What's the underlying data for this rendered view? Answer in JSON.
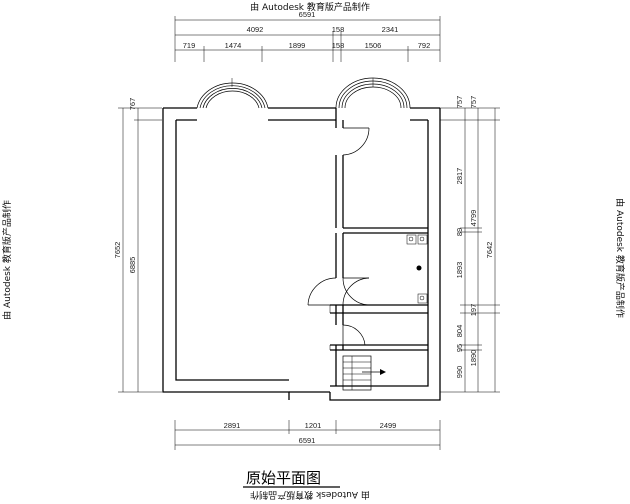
{
  "title": "原始平面图",
  "watermark": {
    "top": "由 Autodesk 教育版产品制作",
    "bottom": "由 Autodesk 教育版产品制作",
    "left": "由 Autodesk 教育版产品制作",
    "right": "由 Autodesk 教育版产品制作"
  },
  "top_dims": {
    "overall": "6591",
    "row2": [
      "4092",
      "158",
      "2341"
    ],
    "row3": [
      "719",
      "1474",
      "1899",
      "158",
      "1506",
      "792"
    ]
  },
  "bottom_dims": {
    "segments": [
      "2891",
      "1201",
      "2499"
    ],
    "overall": "6591"
  },
  "left_dims": {
    "outer": "7652",
    "inner": [
      "767",
      "6885"
    ]
  },
  "right_dims": {
    "outer": "7642",
    "mid": [
      "757",
      "4799",
      "197",
      "1890"
    ],
    "inner": [
      "757",
      "2817",
      "89",
      "1893",
      "804",
      "95",
      "990"
    ]
  },
  "colors": {
    "line": "#000000",
    "background": "#ffffff"
  }
}
